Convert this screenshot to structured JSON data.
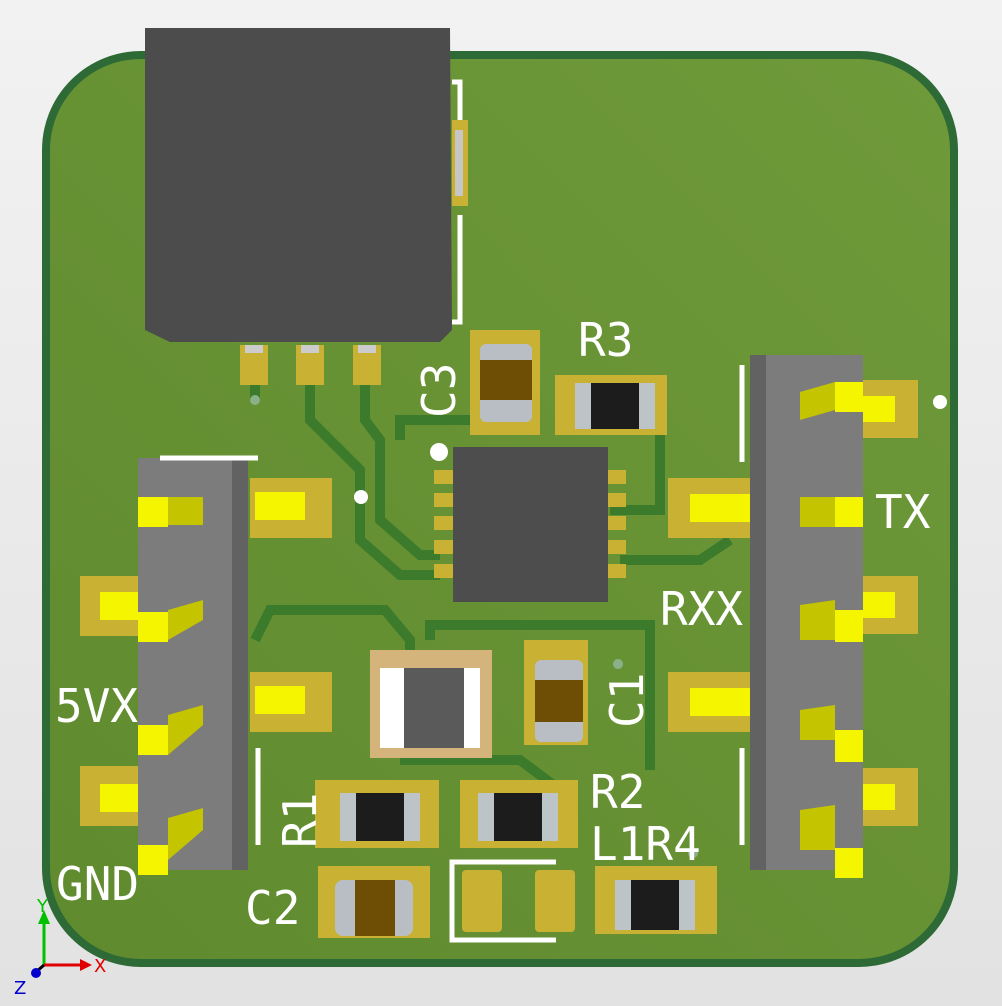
{
  "board": {
    "colors": {
      "soldermask": "#6a9334",
      "edge": "#2e6a36",
      "pad": "#c8b133",
      "pin": "#f5f500",
      "header": "#7c7c7c",
      "ic": "#4d4d4d",
      "silkscreen": "#ffffff"
    },
    "labels": {
      "r3": "R3",
      "c3": "C3",
      "tx": "TX",
      "rx": "RXX",
      "v5": "5VX",
      "gnd": "GND",
      "r1": "R1",
      "c2": "C2",
      "r2": "R2",
      "l1r4": "L1R4",
      "c1": "C1"
    }
  },
  "axes": {
    "x": "X",
    "y": "Y",
    "z": "Z",
    "colors": {
      "x": "#e00000",
      "y": "#00c000",
      "z": "#0000cc"
    }
  }
}
